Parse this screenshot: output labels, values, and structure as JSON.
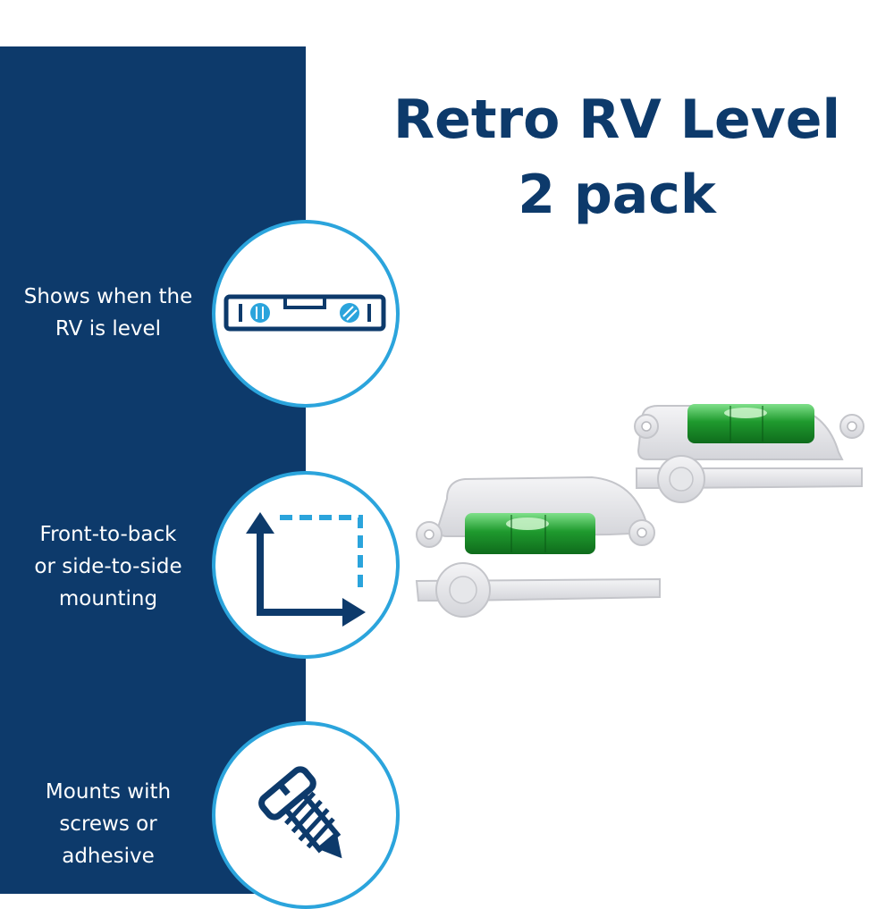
{
  "header": {
    "title_line1": "Retro RV Level",
    "title_line2": "2 pack"
  },
  "features": [
    {
      "label_line1": "Shows when the",
      "label_line2": "RV is level",
      "icon": "bubble-level-icon"
    },
    {
      "label_line1": "Front-to-back",
      "label_line2": "or side-to-side",
      "label_line3": "mounting",
      "icon": "corner-arrows-icon"
    },
    {
      "label_line1": "Mounts with",
      "label_line2": "screws or",
      "label_line3": "adhesive",
      "icon": "screw-icon"
    }
  ],
  "colors": {
    "navy": "#0d3a6b",
    "accent_blue": "#2ba4dc",
    "level_green": "#1f9a2e"
  }
}
